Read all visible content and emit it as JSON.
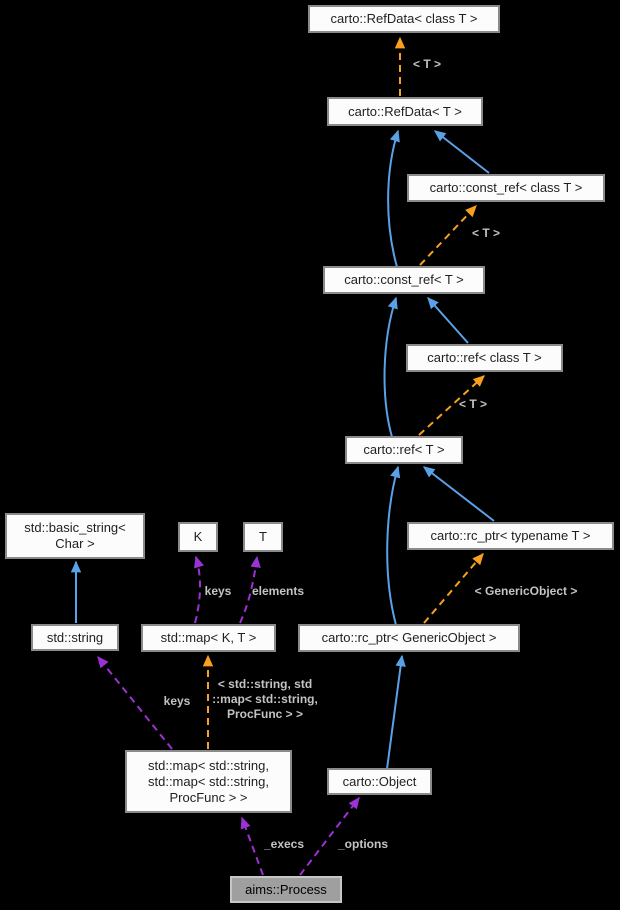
{
  "diagram": {
    "kind": "class-collaboration-graph",
    "colors": {
      "background": "#000000",
      "inheritance_arrow": "#5aa2e8",
      "template_arrow": "#f8a01d",
      "usage_arrow": "#9c31d4",
      "node_fill": "#fcfcfc",
      "node_border": "#8a8a8a",
      "focus_node_fill": "#9f9f9f",
      "edge_label_text": "#c3c3c3"
    },
    "nodes": [
      {
        "id": "refdata-class-t",
        "label": "carto::RefData< class T >"
      },
      {
        "id": "refdata-t",
        "label": "carto::RefData< T >"
      },
      {
        "id": "const-ref-class-t",
        "label": "carto::const_ref< class T >"
      },
      {
        "id": "const-ref-t",
        "label": "carto::const_ref< T >"
      },
      {
        "id": "ref-class-t",
        "label": "carto::ref< class T >"
      },
      {
        "id": "ref-t",
        "label": "carto::ref< T >"
      },
      {
        "id": "rc-ptr-typename-t",
        "label": "carto::rc_ptr< typename T >"
      },
      {
        "id": "rc-ptr-genericobject",
        "label": "carto::rc_ptr< GenericObject >"
      },
      {
        "id": "basic-string",
        "label": "std::basic_string<\nChar >"
      },
      {
        "id": "k",
        "label": "K"
      },
      {
        "id": "t",
        "label": "T"
      },
      {
        "id": "std-string",
        "label": "std::string"
      },
      {
        "id": "map-k-t",
        "label": "std::map< K, T >"
      },
      {
        "id": "map-string-procfunc",
        "label": "std::map< std::string,\nstd::map< std::string,\nProcFunc > >"
      },
      {
        "id": "carto-object",
        "label": "carto::Object"
      },
      {
        "id": "aims-process",
        "label": "aims::Process"
      }
    ],
    "edge_labels": {
      "tpl_t_refdata": "< T >",
      "tpl_t_const_ref": "< T >",
      "tpl_t_ref": "< T >",
      "tpl_genericobject": "< GenericObject >",
      "tpl_map": "< std::string, std\n::map< std::string,\nProcFunc > >",
      "keys_kt": "keys",
      "elements_kt": "elements",
      "keys_string": "keys",
      "execs": "_execs",
      "options": "_options"
    }
  }
}
